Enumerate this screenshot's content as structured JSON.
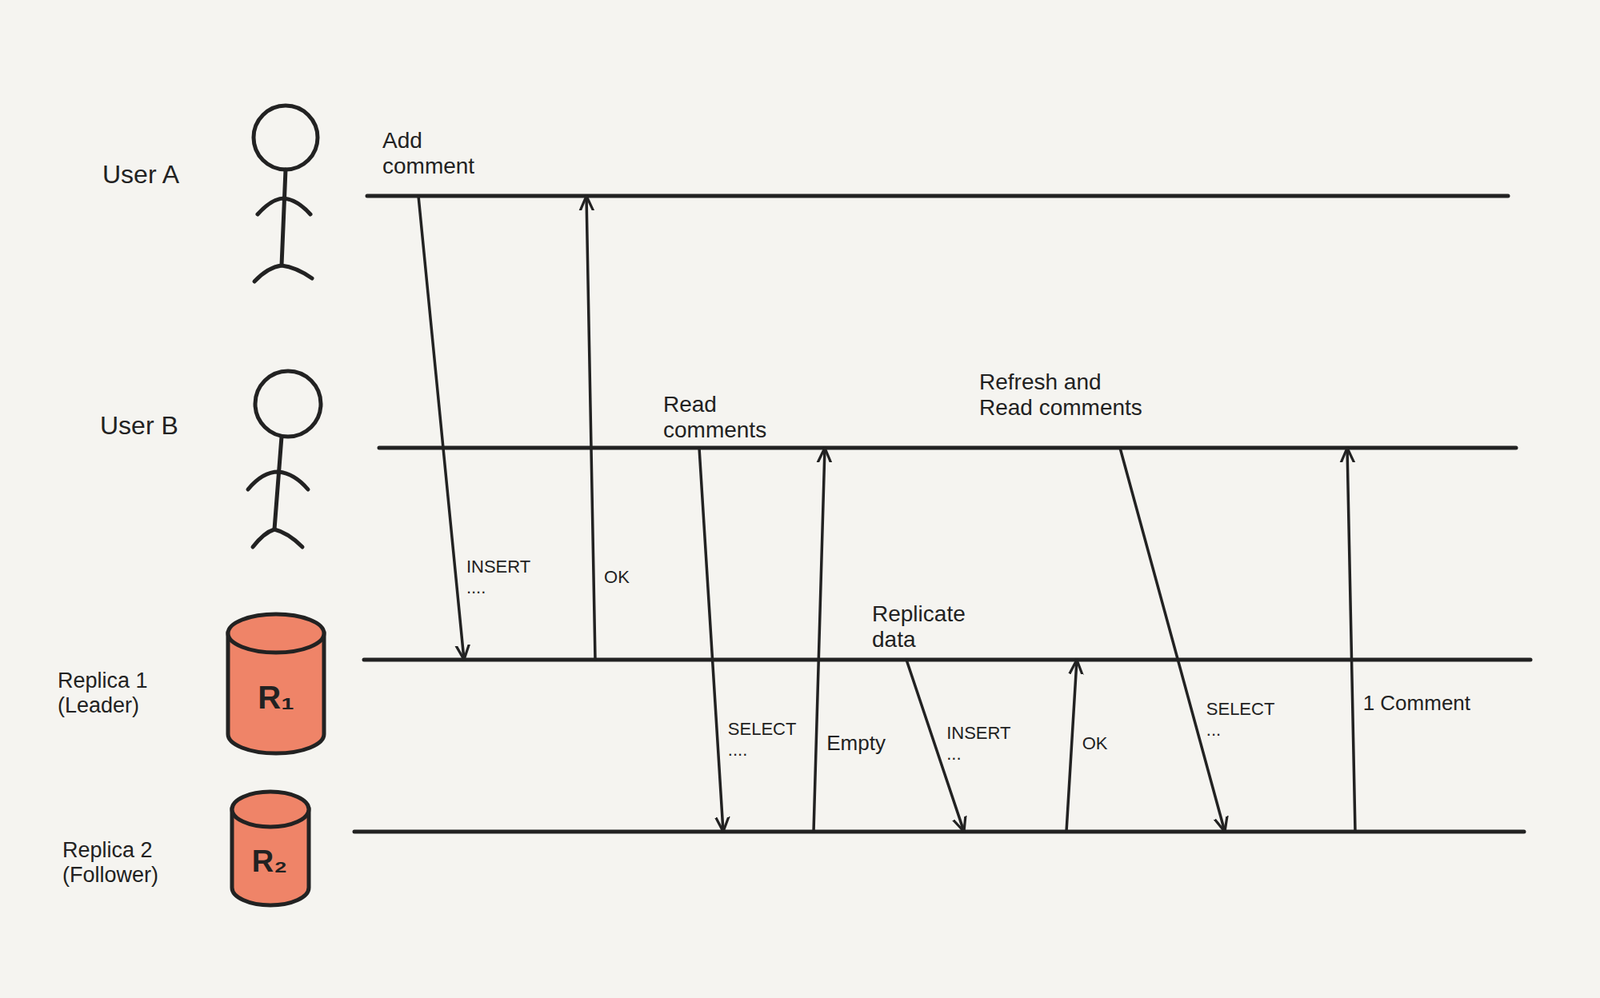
{
  "diagram": {
    "nodes": [
      {
        "text": [
          "User A"
        ]
      },
      {
        "text": [
          "User B"
        ]
      },
      {
        "text": [
          "Replica 1 (Leader)",
          "R₁"
        ]
      },
      {
        "text": [
          "Replica 2 (Follower)",
          "R₂"
        ]
      }
    ],
    "edges": [
      {
        "from": 0,
        "to": 2,
        "label": "INSERT ....",
        "arrow": "to"
      },
      {
        "from": 2,
        "to": 0,
        "label": "OK",
        "arrow": "to"
      },
      {
        "from": 1,
        "to": 3,
        "label": "SELECT ....",
        "arrow": "to"
      },
      {
        "from": 3,
        "to": 1,
        "label": "Empty",
        "arrow": "to"
      },
      {
        "from": 2,
        "to": 3,
        "label": "INSERT ...",
        "arrow": "to"
      },
      {
        "from": 3,
        "to": 2,
        "label": "OK",
        "arrow": "to"
      },
      {
        "from": 1,
        "to": 3,
        "label": "SELECT ...",
        "arrow": "to"
      },
      {
        "from": 3,
        "to": 1,
        "label": "1 Comment",
        "arrow": "to"
      }
    ],
    "labels": [
      "Add comment",
      "Read comments",
      "Replicate data",
      "Refresh and Read comments"
    ]
  }
}
